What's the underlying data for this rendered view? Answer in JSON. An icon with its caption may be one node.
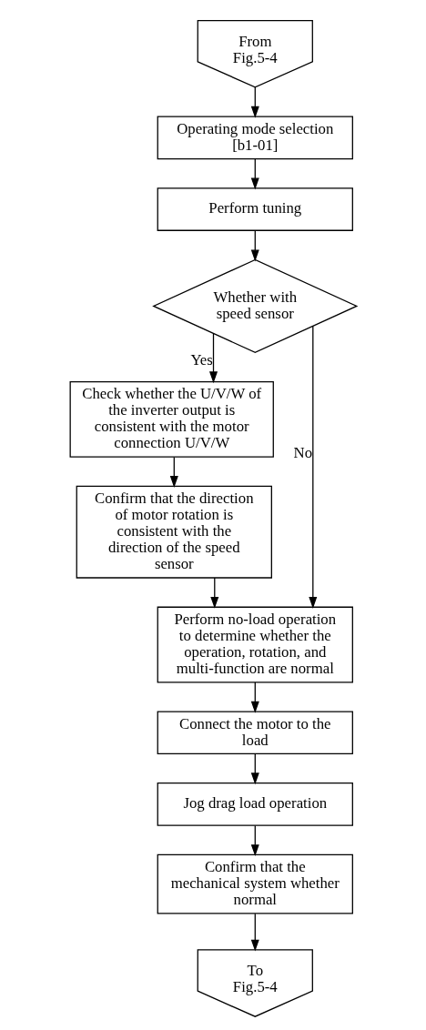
{
  "diagram": {
    "nodes": [
      {
        "text": [
          "From Fig.5-4"
        ]
      },
      {
        "text": [
          "Operating mode selection [b1-01]"
        ]
      },
      {
        "text": [
          "Perform tuning"
        ]
      },
      {
        "text": [
          "Whether with speed sensor"
        ]
      },
      {
        "text": [
          "Check whether the U/V/W of the inverter output is consistent with the motor connection U/V/W"
        ]
      },
      {
        "text": [
          "Confirm that the direction of motor rotation is consistent with the direction of the speed sensor"
        ]
      },
      {
        "text": [
          "Perform no-load operation to determine whether the operation, rotation, and multi-function are normal"
        ]
      },
      {
        "text": [
          "Connect the motor to the load"
        ]
      },
      {
        "text": [
          "Jog drag load operation"
        ]
      },
      {
        "text": [
          "Confirm that the mechanical system whether normal"
        ]
      },
      {
        "text": [
          "To Fig.5-4"
        ]
      }
    ],
    "edges": [
      {
        "from": 0,
        "to": 1,
        "arrow": "to"
      },
      {
        "from": 1,
        "to": 2,
        "arrow": "to"
      },
      {
        "from": 2,
        "to": 3,
        "arrow": "to"
      },
      {
        "from": 3,
        "to": 4,
        "arrow": "to",
        "label": "Yes"
      },
      {
        "from": 4,
        "to": 5,
        "arrow": "to"
      },
      {
        "from": 5,
        "to": 6,
        "arrow": "to"
      },
      {
        "from": 3,
        "to": 6,
        "arrow": "to",
        "label": "No"
      },
      {
        "from": 6,
        "to": 7,
        "arrow": "to"
      },
      {
        "from": 7,
        "to": 8,
        "arrow": "to"
      },
      {
        "from": 8,
        "to": 9,
        "arrow": "to"
      },
      {
        "from": 9,
        "to": 10,
        "arrow": "to"
      }
    ]
  }
}
